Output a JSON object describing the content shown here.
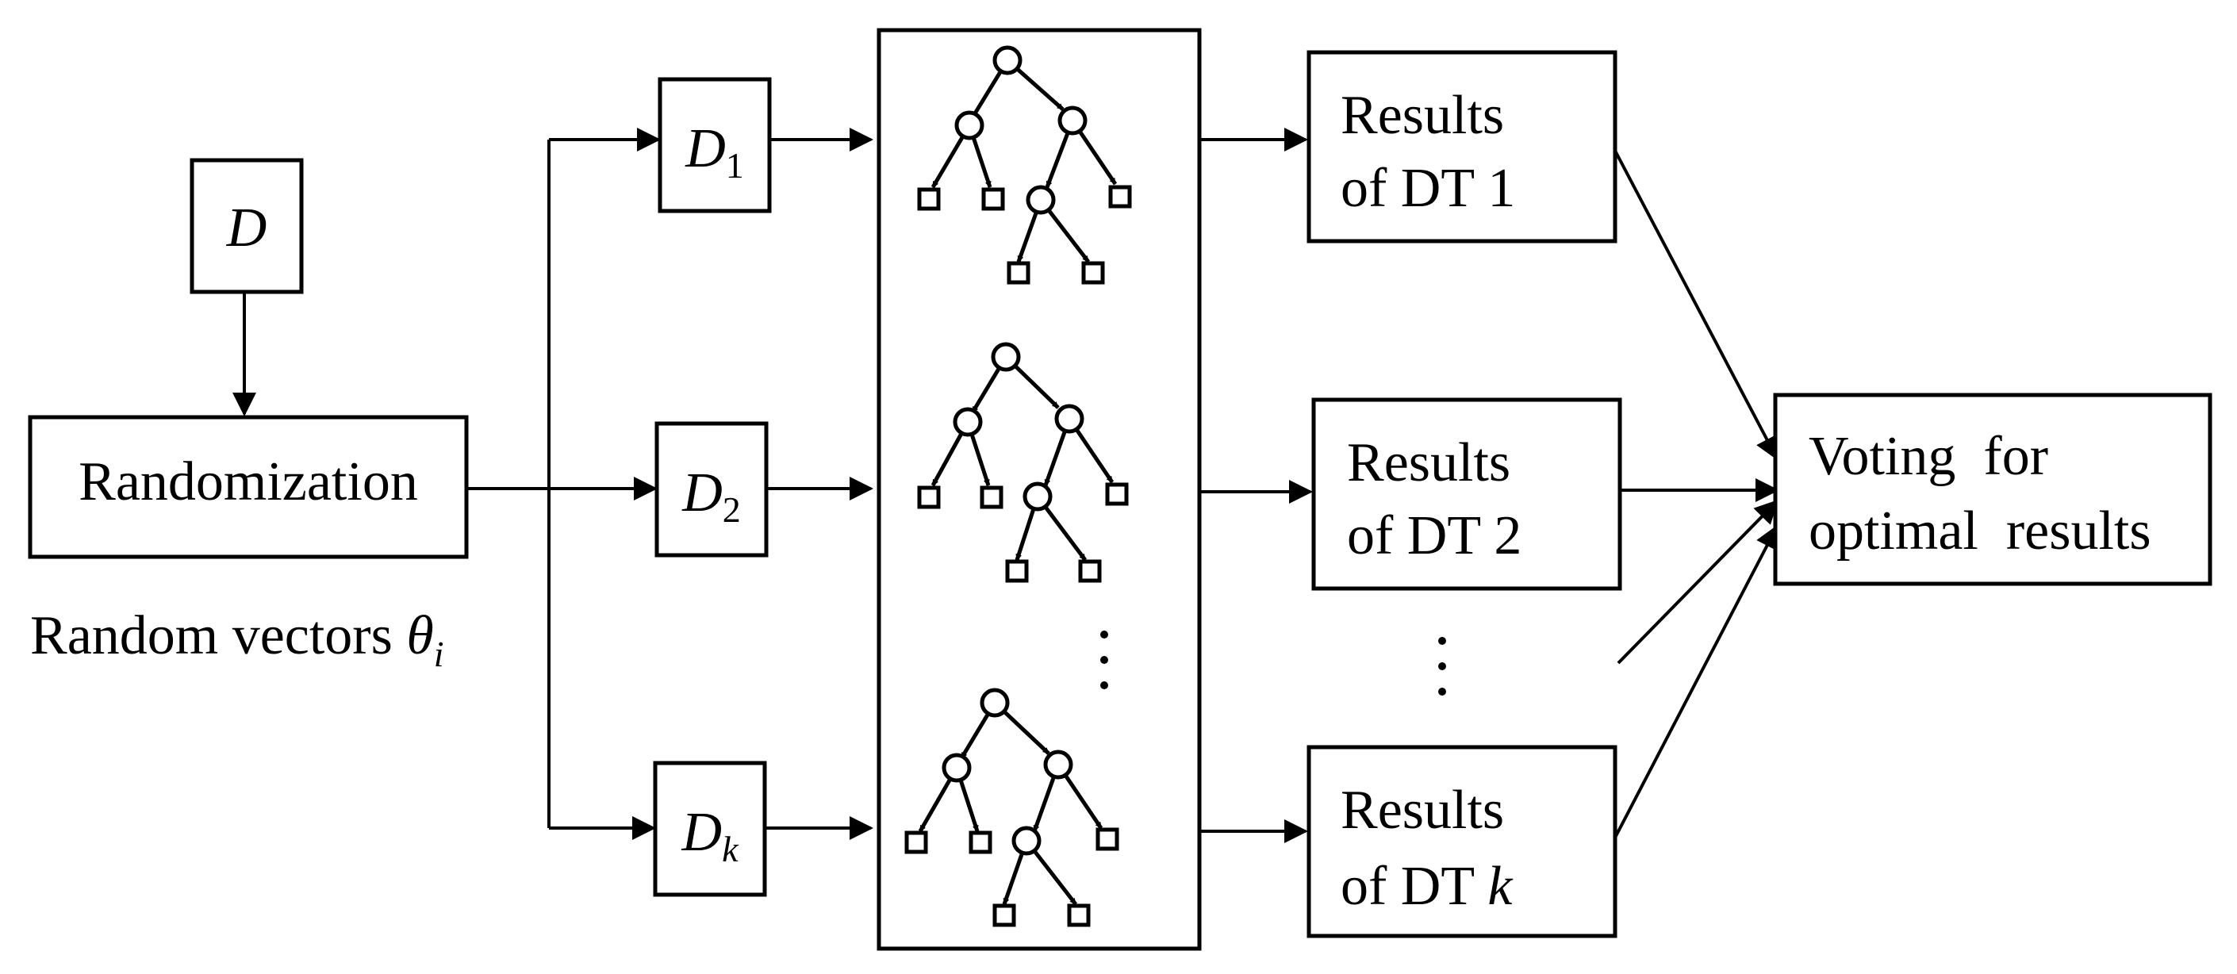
{
  "source": {
    "label": "D"
  },
  "randomization": {
    "label": "Randomization"
  },
  "random_vectors": {
    "text": "Random vectors ",
    "symbol": "θ",
    "subscript": "i"
  },
  "subsets": [
    {
      "base": "D",
      "sub": "1"
    },
    {
      "base": "D",
      "sub": "2"
    },
    {
      "base": "D",
      "sub": "k"
    }
  ],
  "results": [
    {
      "line1": "Results",
      "line2": "of DT 1",
      "suffix": ""
    },
    {
      "line1": "Results",
      "line2": "of DT 2",
      "suffix": ""
    },
    {
      "line1": "Results",
      "line2": "of DT ",
      "suffix": "k"
    }
  ],
  "voting": {
    "line1": "Voting  for",
    "line2": "optimal  results"
  }
}
